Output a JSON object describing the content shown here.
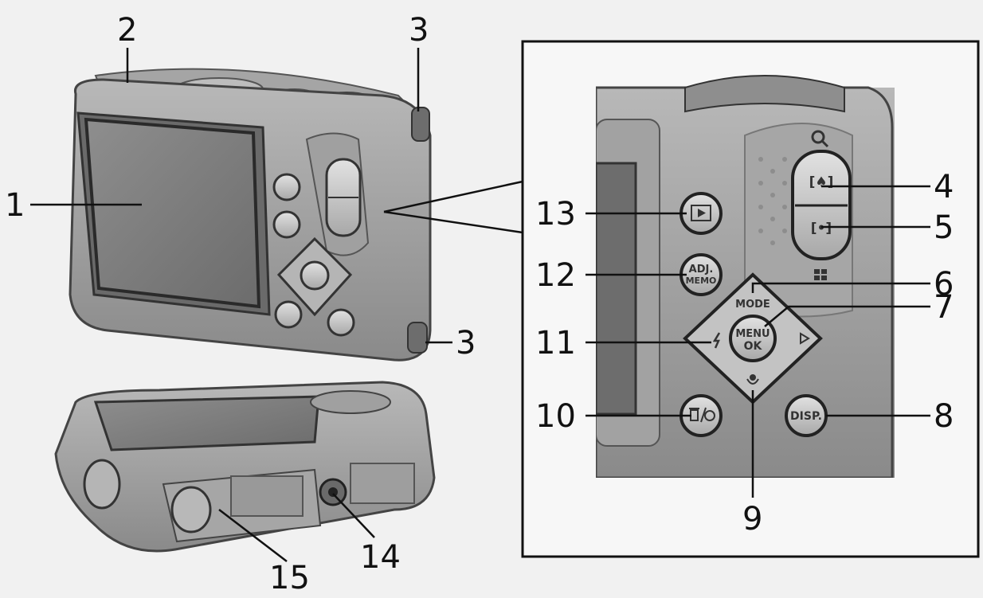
{
  "callouts": [
    {
      "id": "1",
      "label": "1"
    },
    {
      "id": "2",
      "label": "2"
    },
    {
      "id": "3a",
      "label": "3"
    },
    {
      "id": "3b",
      "label": "3"
    },
    {
      "id": "4",
      "label": "4"
    },
    {
      "id": "5",
      "label": "5"
    },
    {
      "id": "6",
      "label": "6"
    },
    {
      "id": "7",
      "label": "7"
    },
    {
      "id": "8",
      "label": "8"
    },
    {
      "id": "9",
      "label": "9"
    },
    {
      "id": "10",
      "label": "10"
    },
    {
      "id": "11",
      "label": "11"
    },
    {
      "id": "12",
      "label": "12"
    },
    {
      "id": "13",
      "label": "13"
    },
    {
      "id": "14",
      "label": "14"
    },
    {
      "id": "15",
      "label": "15"
    }
  ],
  "button_labels": {
    "adj_top": "ADJ.",
    "adj_bottom": "MEMO",
    "mode": "MODE",
    "menu_top": "MENU",
    "menu_bottom": "OK",
    "disp": "DISP.",
    "zoom_in": "[♠]",
    "zoom_out": "[•]"
  },
  "colors": {
    "background": "#f1f1f1",
    "camera_body": "#9a9a9a",
    "camera_dark": "#5c5c5c",
    "screen": "#7d7d7d",
    "line": "#111111"
  }
}
